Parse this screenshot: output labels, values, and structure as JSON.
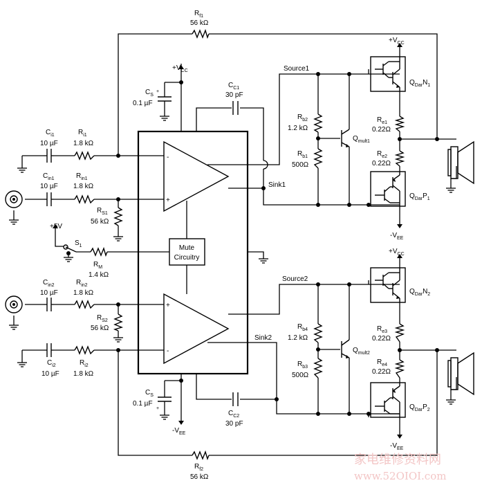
{
  "labels": {
    "rf1_a": "R",
    "rf1_b": "f1",
    "rf1_val": "56 kΩ",
    "vcc_top_a": "+V",
    "vcc_top_b": "CC",
    "cs1_a": "C",
    "cs1_b": "S",
    "cs1_val": "0.1 µF",
    "cc1_a": "C",
    "cc1_b": "C1",
    "cc1_val": "30 pF",
    "source1": "Source1",
    "vcc_r1_a": "+V",
    "vcc_r1_b": "CC",
    "qdn1_a": "Q",
    "qdn1_b": "Dar",
    "qdn1_c": "N",
    "qdn1_d": "1",
    "rb2_a": "R",
    "rb2_b": "b2",
    "rb2_val": "1.2 kΩ",
    "qm1_a": "Q",
    "qm1_b": "mult1",
    "re1_a": "R",
    "re1_b": "e1",
    "re1_val": "0.22Ω",
    "rb1_a": "R",
    "rb1_b": "b1",
    "rb1_val": "500Ω",
    "re2_a": "R",
    "re2_b": "e2",
    "re2_val": "0.22Ω",
    "ci1_a": "C",
    "ci1_b": "i1",
    "ci1_val": "10 µF",
    "ri1_a": "R",
    "ri1_b": "i1",
    "ri1_val": "1.8 kΩ",
    "cin1_a": "C",
    "cin1_b": "in1",
    "cin1_val": "10 µF",
    "rin1_a": "R",
    "rin1_b": "in1",
    "rin1_val": "1.8 kΩ",
    "sink1": "Sink1",
    "qdp1_a": "Q",
    "qdp1_b": "Dar",
    "qdp1_c": "P",
    "qdp1_d": "1",
    "rs1_a": "R",
    "rs1_b": "S1",
    "rs1_val": "56 kΩ",
    "vee_r1_a": "-V",
    "vee_r1_b": "EE",
    "p5v": "+5V",
    "s1_a": "S",
    "s1_b": "1",
    "mute_1": "Mute",
    "mute_2": "Circuitry",
    "rm_a": "R",
    "rm_b": "M",
    "rm_val": "1.4 kΩ",
    "vcc_r2_a": "+V",
    "vcc_r2_b": "CC",
    "source2": "Source2",
    "cin2_a": "C",
    "cin2_b": "in2",
    "cin2_val": "10 µF",
    "rin2_a": "R",
    "rin2_b": "in2",
    "rin2_val": "1.8 kΩ",
    "qdn2_a": "Q",
    "qdn2_b": "Dar",
    "qdn2_c": "N",
    "qdn2_d": "2",
    "rs2_a": "R",
    "rs2_b": "S2",
    "rs2_val": "56 kΩ",
    "rb4_a": "R",
    "rb4_b": "b4",
    "rb4_val": "1.2 kΩ",
    "re3_a": "R",
    "re3_b": "e3",
    "re3_val": "0.22Ω",
    "sink2": "Sink2",
    "qm2_a": "Q",
    "qm2_b": "mult2",
    "rb3_a": "R",
    "rb3_b": "b3",
    "rb3_val": "500Ω",
    "re4_a": "R",
    "re4_b": "e4",
    "re4_val": "0.22Ω",
    "ci2_a": "C",
    "ci2_b": "i2",
    "ci2_val": "10 µF",
    "ri2_a": "R",
    "ri2_b": "i2",
    "ri2_val": "1.8 kΩ",
    "cs2_a": "C",
    "cs2_b": "S",
    "cs2_val": "0.1 µF",
    "cc2_a": "C",
    "cc2_b": "C2",
    "cc2_val": "30 pF",
    "qdp2_a": "Q",
    "qdp2_b": "Dar",
    "qdp2_c": "P",
    "qdp2_d": "2",
    "vee_b2_a": "-V",
    "vee_b2_b": "EE",
    "vee_r2_a": "-V",
    "vee_r2_b": "EE",
    "rf2_a": "R",
    "rf2_b": "f2",
    "rf2_val": "56 kΩ",
    "watermark_cn": "家电维修资料网",
    "watermark_url": "www.52OIOI.com"
  }
}
